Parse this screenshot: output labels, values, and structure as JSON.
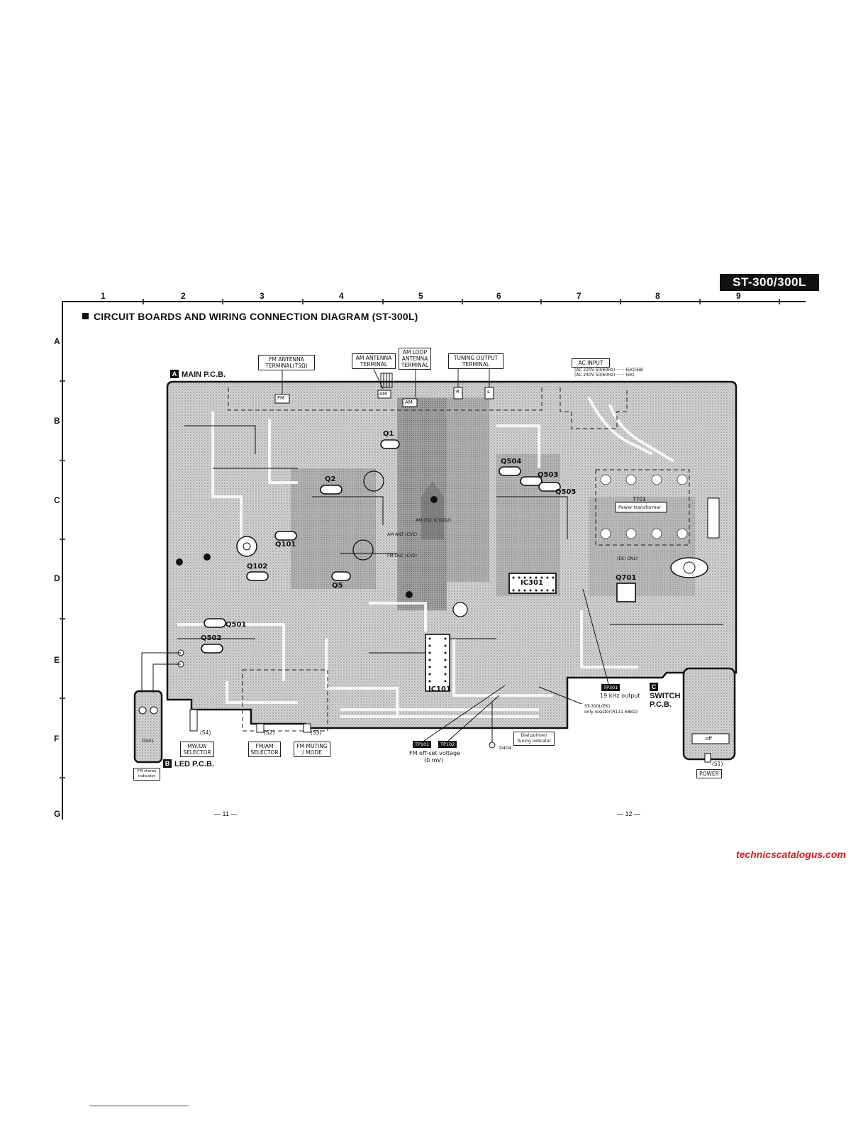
{
  "header": {
    "model": "ST-300/300L",
    "title": "CIRCUIT BOARDS AND WIRING CONNECTION DIAGRAM (ST-300L)"
  },
  "grid": {
    "columns": [
      "1",
      "2",
      "3",
      "4",
      "5",
      "6",
      "7",
      "8",
      "9"
    ],
    "rows": [
      "A",
      "B",
      "C",
      "D",
      "E",
      "F",
      "G"
    ]
  },
  "boards": {
    "main": {
      "tag": "A",
      "label": "MAIN P.C.B."
    },
    "led": {
      "tag": "B",
      "label": "LED P.C.B."
    },
    "switch": {
      "tag": "C",
      "label": "SWITCH",
      "label2": "P.C.B."
    }
  },
  "terminals": {
    "fm_antenna": "FM ANTENNA TERMINAL(75Ω)",
    "am_antenna": "AM ANTENNA TERMINAL",
    "am_loop": "AM LOOP ANTENNA TERMINAL",
    "tuning_output": "TUNING OUTPUT TERMINAL",
    "ac_input": "AC INPUT",
    "ac_note1": "(AC 220V 50/60Hz)········(EK)(EB)",
    "ac_note2": "(AC 240V 50/60Hz)········(EK)"
  },
  "connectors": {
    "fm": "FM",
    "am1": "AM",
    "am2": "AM",
    "r": "R",
    "l": "L"
  },
  "components": {
    "q1": "Q1",
    "q2": "Q2",
    "q5": "Q5",
    "q101": "Q101",
    "q102": "Q102",
    "q501": "Q501",
    "q502": "Q502",
    "q503": "Q503",
    "q504": "Q504",
    "q505": "Q505",
    "q701": "Q701",
    "ic101": "IC101",
    "ic301": "IC301",
    "t701": "T701",
    "t701_desc": "Power transformer",
    "am_ant": "AM ANT (CV1)",
    "am_osc": "FM OSC (CV2)",
    "am_osc2": "AM OSC (CV202)",
    "ek_only": "(EK) ONLY"
  },
  "selectors": {
    "mw_lw": "MW/LW SELECTOR",
    "fm_am": "FM/AM SELECTOR",
    "fm_muting": "FM MUTING / MODE",
    "s4": "(S4)",
    "s2": "(S2)",
    "s3": "(S3)",
    "s1": "(S1)",
    "power": "POWER"
  },
  "notes": {
    "tp301": "TP301",
    "tp301_desc": "19 kHz output",
    "tp101": "TP101",
    "tp102": "TP102",
    "fm_offset": "FM off-set voltage",
    "fm_offset2": "(0 mV)",
    "st300l": "ST-300L(EK)",
    "st300l2": "only resistor(R111 68kΩ)",
    "dial": "Dial pointer/",
    "dial2": "Tuning indicator",
    "d404": "D404",
    "d501": "D501",
    "fm_stereo": "FM stereo indicator",
    "off": "off"
  },
  "pages": {
    "left": "— 11 —",
    "right": "— 12 —"
  },
  "watermark": "technicscatalogus.com"
}
